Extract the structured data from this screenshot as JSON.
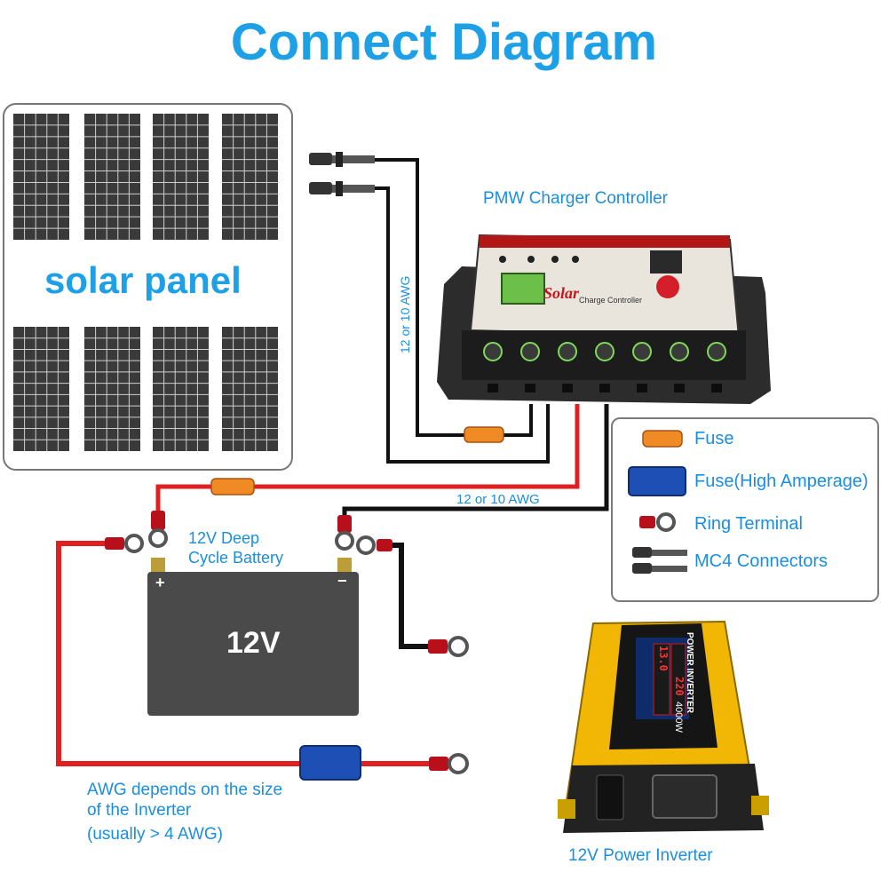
{
  "title": "Connect Diagram",
  "labels": {
    "solar_panel": "solar panel",
    "controller": "PMW Charger Controller",
    "controller_brand": "Solar",
    "controller_sub": "Charge Controller",
    "wire_gauge_vertical": "12 or 10 AWG",
    "wire_gauge_horizontal": "12 or 10 AWG",
    "battery_line1": "12V Deep",
    "battery_line2": "Cycle Battery",
    "battery_voltage": "12V",
    "awg_note_line1": "AWG depends on the size",
    "awg_note_line2": "of the Inverter",
    "awg_note_line3": "(usually > 4 AWG)",
    "inverter": "12V Power Inverter",
    "inverter_brand": "POWER INVERTER",
    "inverter_watts": "4000W",
    "inverter_display_in": "13.0",
    "inverter_display_out": "220"
  },
  "legend": [
    {
      "name": "fuse",
      "label": "Fuse"
    },
    {
      "name": "fuse-high-amperage",
      "label": "Fuse(High Amperage)"
    },
    {
      "name": "ring-terminal",
      "label": "Ring Terminal"
    },
    {
      "name": "mc4-connectors",
      "label": "MC4 Connectors"
    }
  ],
  "colors": {
    "accent": "#1ea0e6",
    "wire_red": "#e02020",
    "wire_black": "#111111",
    "fuse_orange": "#f08a24",
    "fuse_blue": "#1d4fb5",
    "inverter_yellow": "#f2b705",
    "battery": "#4a4a4a"
  }
}
